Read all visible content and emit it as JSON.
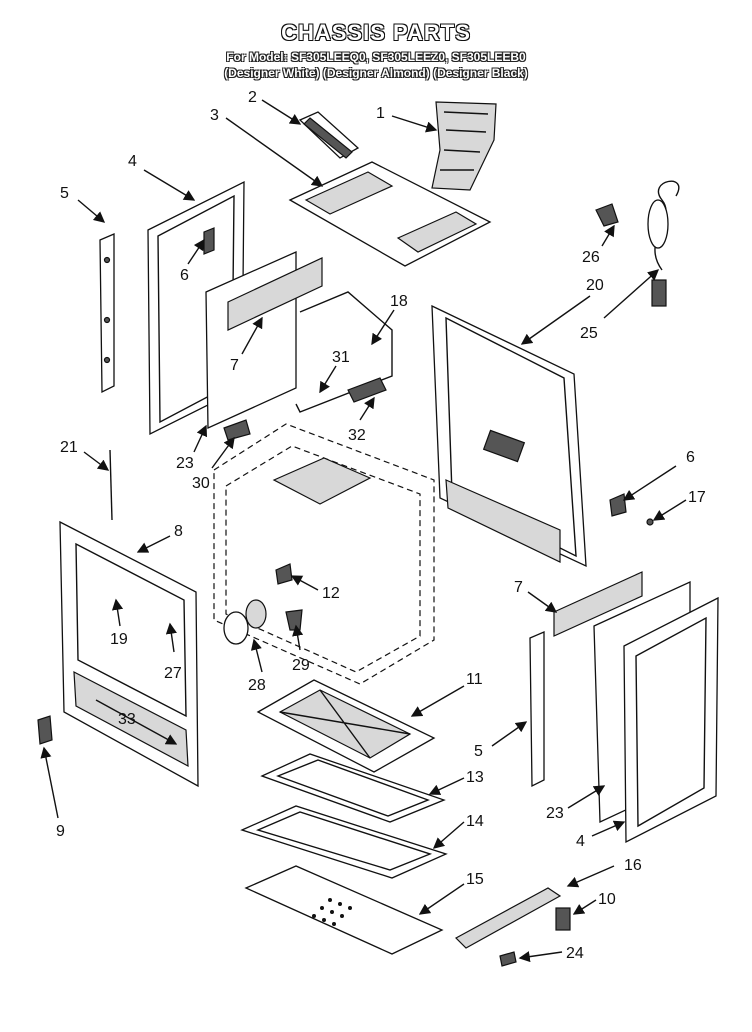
{
  "header": {
    "title": "CHASSIS PARTS",
    "model_line": "For Model: SF305LEEQ0, SF305LEEZ0, SF305LEEB0",
    "variant_line": "(Designer White) (Designer Almond) (Designer Black)"
  },
  "callouts": [
    {
      "id": "c1",
      "text": "1"
    },
    {
      "id": "c2",
      "text": "2"
    },
    {
      "id": "c3",
      "text": "3"
    },
    {
      "id": "c4a",
      "text": "4"
    },
    {
      "id": "c5a",
      "text": "5"
    },
    {
      "id": "c6a",
      "text": "6"
    },
    {
      "id": "c7a",
      "text": "7"
    },
    {
      "id": "c18",
      "text": "18"
    },
    {
      "id": "c31",
      "text": "31"
    },
    {
      "id": "c32",
      "text": "32"
    },
    {
      "id": "c20",
      "text": "20"
    },
    {
      "id": "c25",
      "text": "25"
    },
    {
      "id": "c26",
      "text": "26"
    },
    {
      "id": "c21",
      "text": "21"
    },
    {
      "id": "c23a",
      "text": "23"
    },
    {
      "id": "c30",
      "text": "30"
    },
    {
      "id": "c8",
      "text": "8"
    },
    {
      "id": "c12",
      "text": "12"
    },
    {
      "id": "c19",
      "text": "19"
    },
    {
      "id": "c27",
      "text": "27"
    },
    {
      "id": "c28",
      "text": "28"
    },
    {
      "id": "c29",
      "text": "29"
    },
    {
      "id": "c33",
      "text": "33"
    },
    {
      "id": "c9",
      "text": "9"
    },
    {
      "id": "c11",
      "text": "11"
    },
    {
      "id": "c13",
      "text": "13"
    },
    {
      "id": "c14",
      "text": "14"
    },
    {
      "id": "c15",
      "text": "15"
    },
    {
      "id": "c6b",
      "text": "6"
    },
    {
      "id": "c17",
      "text": "17"
    },
    {
      "id": "c7b",
      "text": "7"
    },
    {
      "id": "c5b",
      "text": "5"
    },
    {
      "id": "c23b",
      "text": "23"
    },
    {
      "id": "c4b",
      "text": "4"
    },
    {
      "id": "c16",
      "text": "16"
    },
    {
      "id": "c10",
      "text": "10"
    },
    {
      "id": "c24",
      "text": "24"
    }
  ]
}
